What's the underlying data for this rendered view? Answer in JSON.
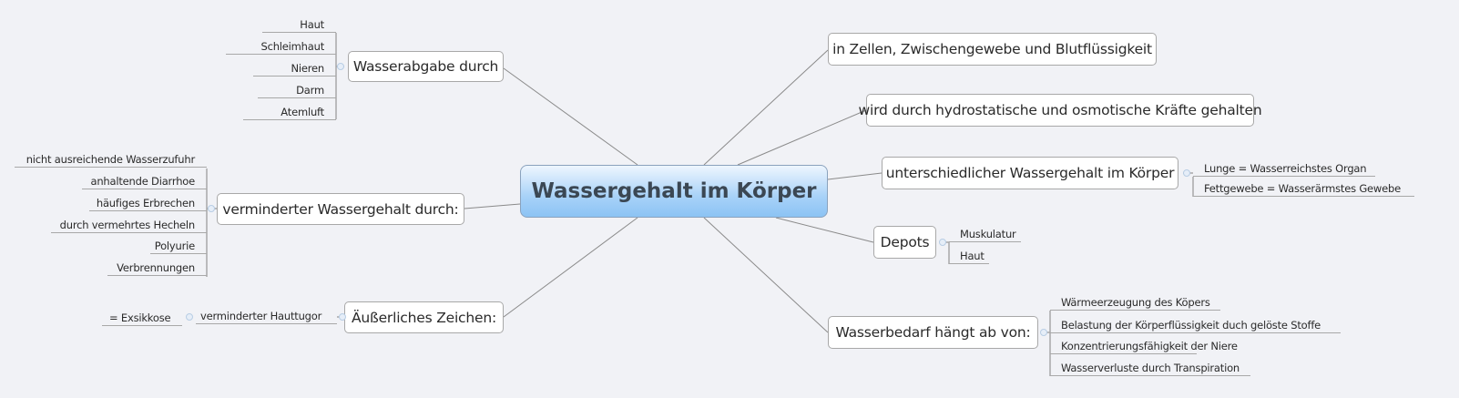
{
  "central": {
    "title": "Wassergehalt im Körper"
  },
  "branches": {
    "wasserabgabe": {
      "label": "Wasserabgabe durch",
      "children": [
        "Haut",
        "Schleimhaut",
        "Nieren",
        "Darm",
        "Atemluft"
      ]
    },
    "vermindert": {
      "label": "verminderter Wassergehalt durch:",
      "children": [
        "nicht ausreichende Wasserzufuhr",
        "anhaltende Diarrhoe",
        "häufiges Erbrechen",
        "durch vermehrtes Hecheln",
        "Polyurie",
        "Verbrennungen"
      ]
    },
    "zeichen": {
      "label": "Äußerliches Zeichen:",
      "child": "verminderter Hauttugor",
      "grandchild": "= Exsikkose"
    },
    "zellen": {
      "label": "in Zellen, Zwischengewebe und Blutflüssigkeit"
    },
    "kraefte": {
      "label": "wird durch hydrostatische und osmotische Kräfte gehalten"
    },
    "unterschiedlich": {
      "label": "unterschiedlicher Wassergehalt im Körper",
      "children": [
        "Lunge = Wasserreichstes Organ",
        "Fettgewebe = Wasserärmstes Gewebe"
      ]
    },
    "depots": {
      "label": "Depots",
      "children": [
        "Muskulatur",
        "Haut"
      ]
    },
    "bedarf": {
      "label": "Wasserbedarf hängt ab von:",
      "children": [
        "Wärmeerzeugung des Köpers",
        "Belastung der Körperflüssigkeit duch gelöste Stoffe",
        "Konzentrierungsfähigkeit der Niere",
        "Wasserverluste durch Transpiration"
      ]
    }
  },
  "colors": {
    "background": "#f1f2f6",
    "central_fill": "#a8d2f8",
    "border": "#a8a8a8"
  }
}
